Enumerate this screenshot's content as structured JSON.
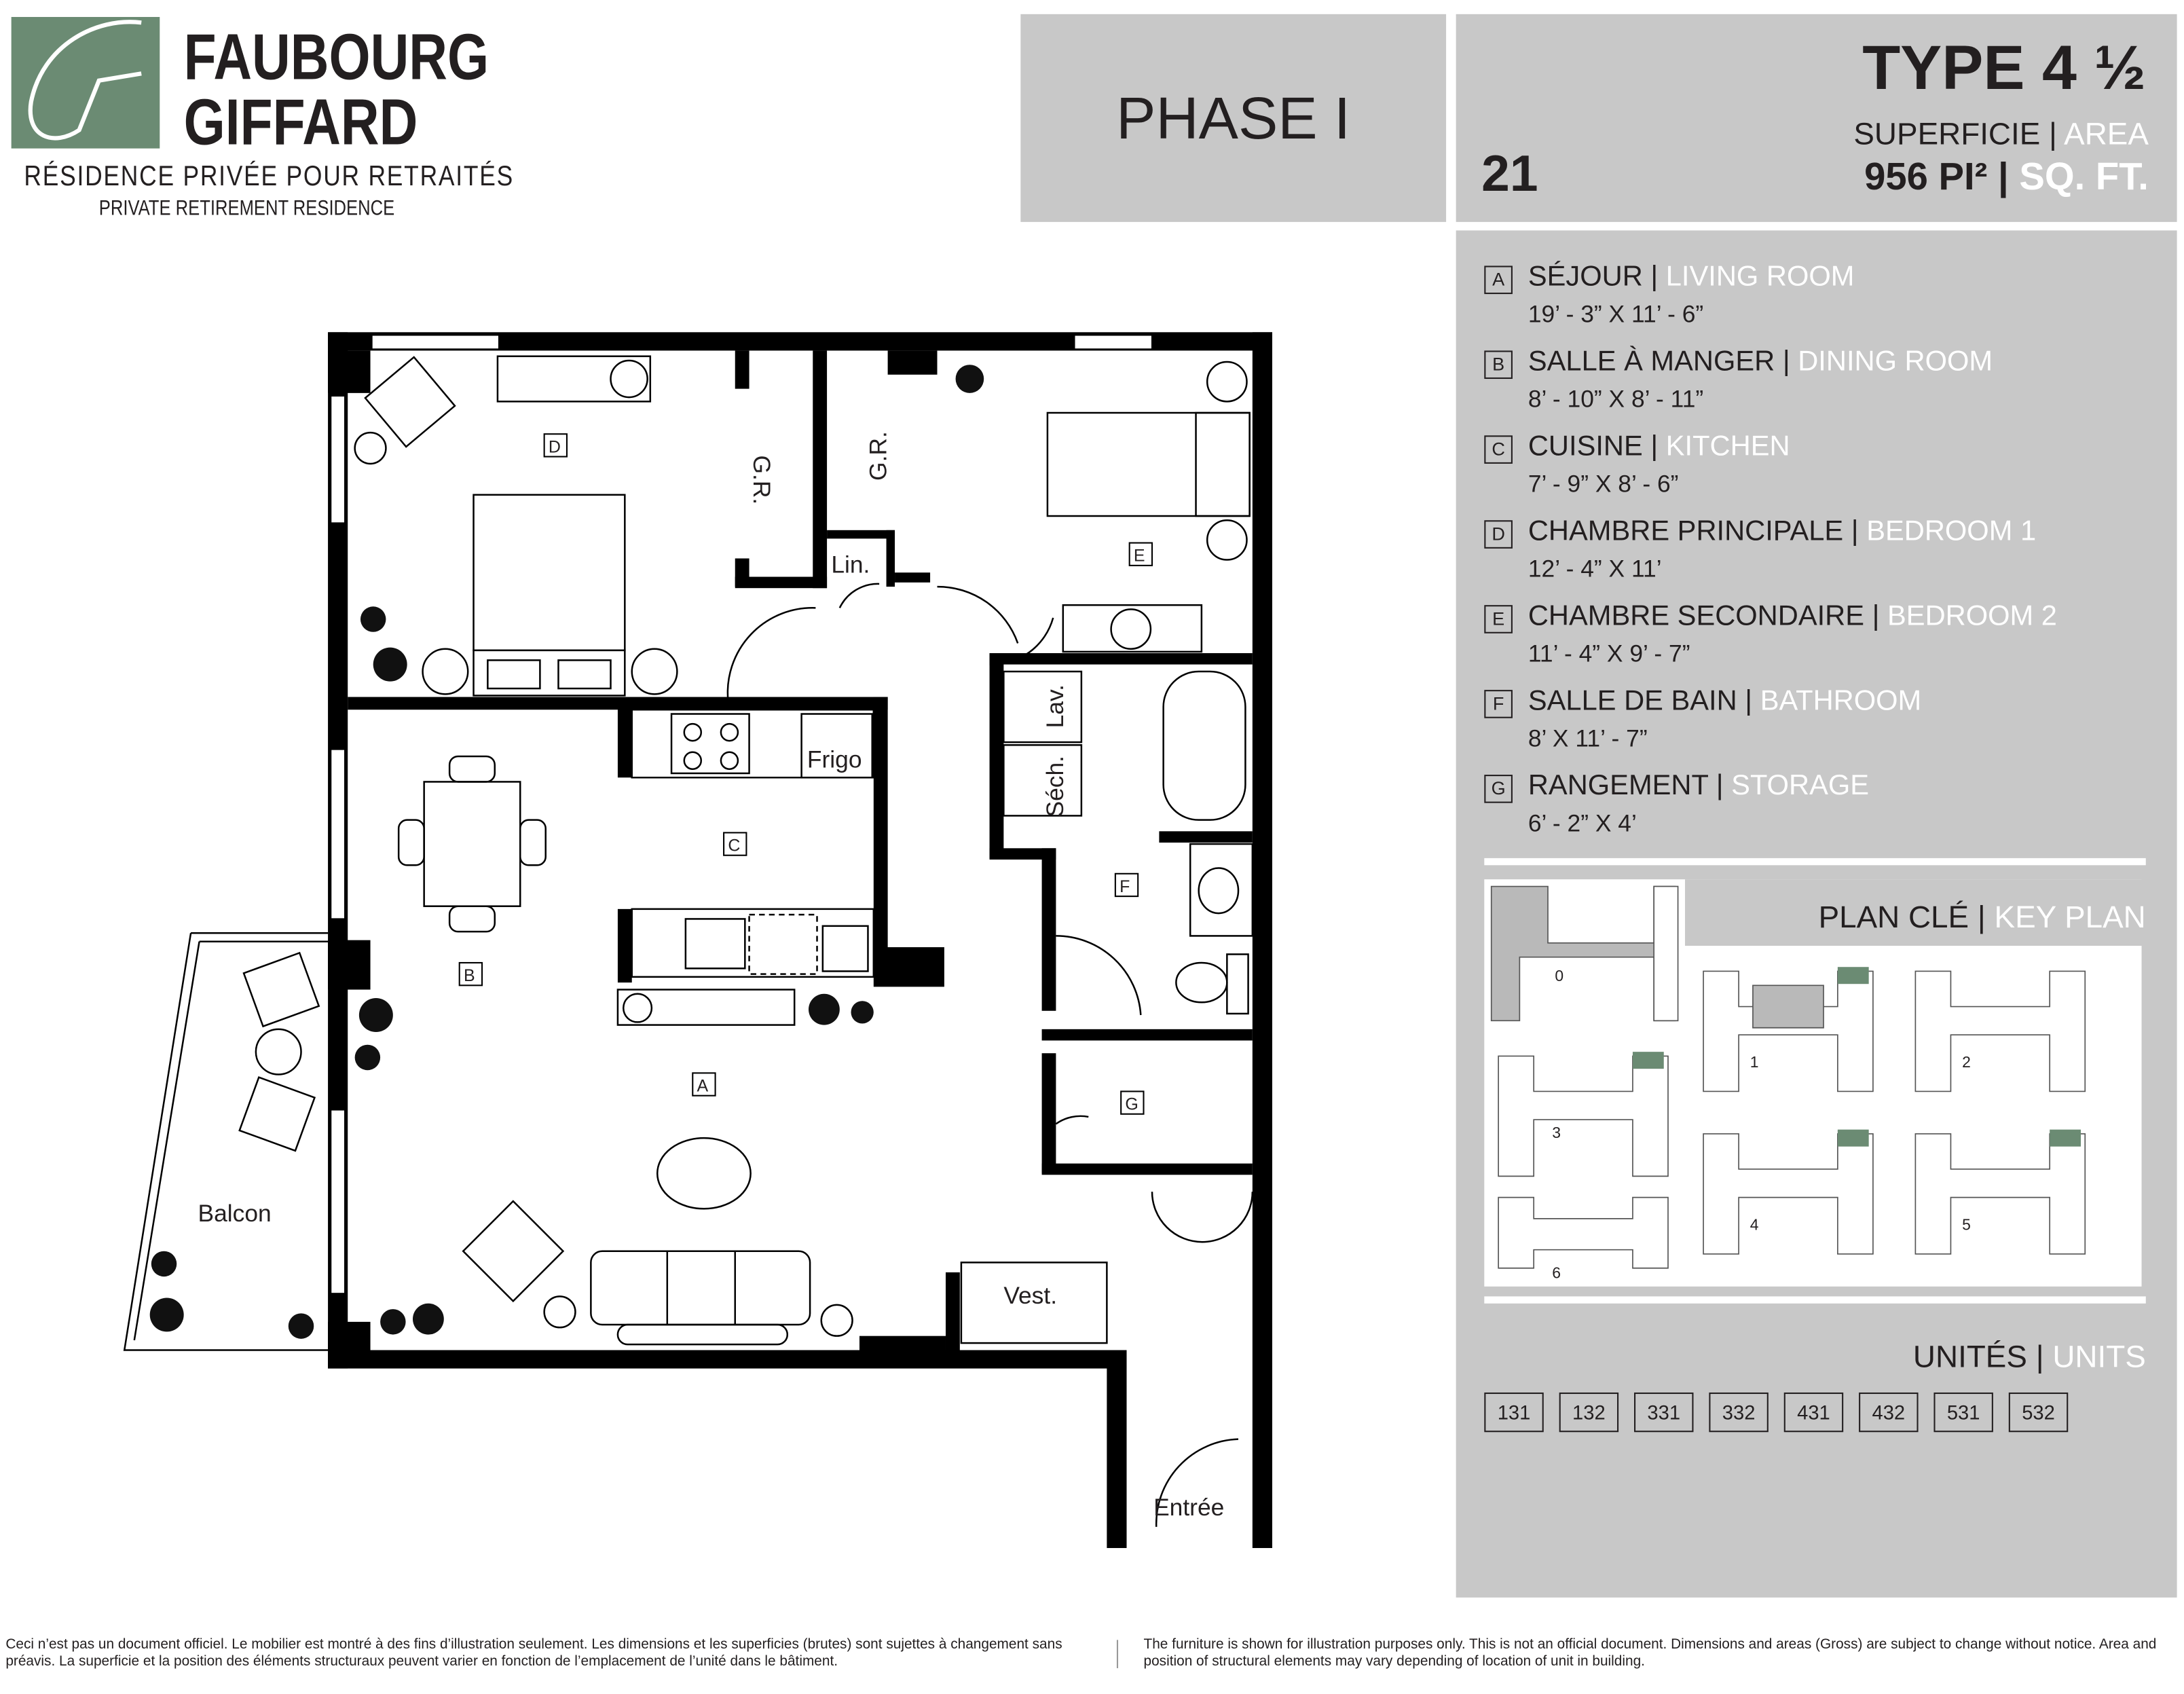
{
  "logo": {
    "initial": "G",
    "line1": "FAUBOURG",
    "line2": "GIFFARD",
    "tagline_fr": "RÉSIDENCE PRIVÉE POUR RETRAITÉS",
    "tagline_en": "PRIVATE RETIREMENT RESIDENCE",
    "color": "#6b8b73"
  },
  "phase": "PHASE I",
  "unit_type": {
    "title": "TYPE 4 ½",
    "area_label_fr": "SUPERFICIE",
    "area_label_en": "AREA",
    "area_value": "956 PI²",
    "area_unit_en": "SQ. FT.",
    "number": "21"
  },
  "separator": "|",
  "rooms": [
    {
      "letter": "A",
      "fr": "SÉJOUR",
      "en": "LIVING ROOM",
      "dims": "19’ - 3” X 11’ - 6”"
    },
    {
      "letter": "B",
      "fr": "SALLE À MANGER",
      "en": "DINING ROOM",
      "dims": "8’ - 10” X 8’ - 11”"
    },
    {
      "letter": "C",
      "fr": "CUISINE",
      "en": "KITCHEN",
      "dims": "7’ - 9” X 8’ - 6”"
    },
    {
      "letter": "D",
      "fr": "CHAMBRE PRINCIPALE",
      "en": "BEDROOM 1",
      "dims": "12’ - 4” X 11’"
    },
    {
      "letter": "E",
      "fr": "CHAMBRE SECONDAIRE",
      "en": "BEDROOM 2",
      "dims": "11’ - 4” X 9’ - 7”"
    },
    {
      "letter": "F",
      "fr": "SALLE DE BAIN",
      "en": "BATHROOM",
      "dims": "8’ X 11’ - 7”"
    },
    {
      "letter": "G",
      "fr": "RANGEMENT",
      "en": "STORAGE",
      "dims": "6’ - 2” X 4’"
    }
  ],
  "key_plan": {
    "title_fr": "PLAN CLÉ",
    "title_en": "KEY PLAN",
    "floors": [
      "0",
      "1",
      "2",
      "3",
      "4",
      "5",
      "6"
    ],
    "highlight_color": "#6b8b73"
  },
  "units": {
    "title_fr": "UNITÉS",
    "title_en": "UNITS",
    "list": [
      "131",
      "132",
      "331",
      "332",
      "431",
      "432",
      "531",
      "532"
    ]
  },
  "plan_labels": {
    "A": "A",
    "B": "B",
    "C": "C",
    "D": "D",
    "E": "E",
    "F": "F",
    "G": "G",
    "gr1": "G.R.",
    "gr2": "G.R.",
    "lin": "Lin.",
    "frigo": "Frigo",
    "lav": "Lav.",
    "sech": "Séch.",
    "balcon": "Balcon",
    "vest": "Vest.",
    "entree": "Entrée"
  },
  "footer": {
    "fr": "Ceci n’est pas un document officiel. Le mobilier est montré à des fins d’illustration seulement. Les dimensions et les superficies (brutes) sont sujettes à changement sans préavis. La superficie et la position des éléments structuraux peuvent varier en fonction de l’emplacement de l’unité dans le bâtiment.",
    "en": "The furniture is shown for illustration purposes only. This is not an official document. Dimensions and areas (Gross) are subject to change without notice. Area and position of structural elements may vary depending of location of unit in building."
  }
}
